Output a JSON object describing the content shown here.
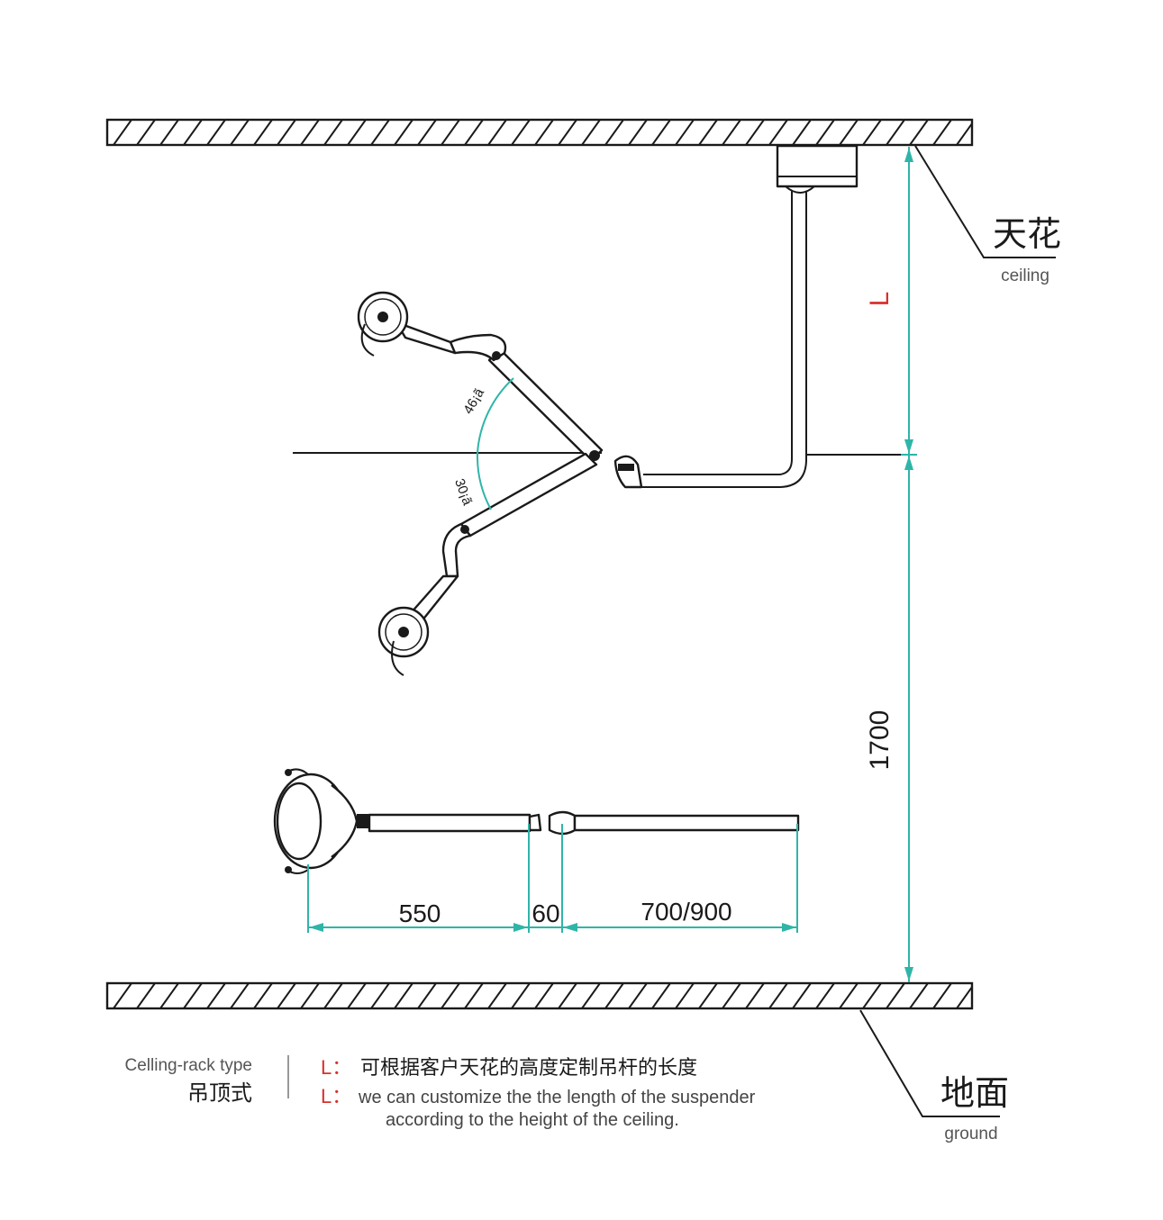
{
  "labels": {
    "ceiling_cn": "天花",
    "ceiling_en": "ceiling",
    "ground_cn": "地面",
    "ground_en": "ground",
    "length_marker": "L",
    "height_dim": "1700",
    "angle_upper": "46¡ã",
    "angle_lower": "30¡ã",
    "dim_lamp": "550",
    "dim_joint": "60",
    "dim_arm": "700/900"
  },
  "legend": {
    "type_en": "Celling-rack type",
    "type_cn": "吊顶式",
    "note_marker_1": "L：",
    "note_cn": "可根据客户天花的高度定制吊杆的长度",
    "note_marker_2": "L：",
    "note_en_line1": "we can customize the the length of the suspender",
    "note_en_line2": "according to the height of the ceiling."
  },
  "colors": {
    "dimension": "#2fb5a8",
    "marker": "#d9302b",
    "ink": "#1a1a1a",
    "note": "#444444"
  }
}
